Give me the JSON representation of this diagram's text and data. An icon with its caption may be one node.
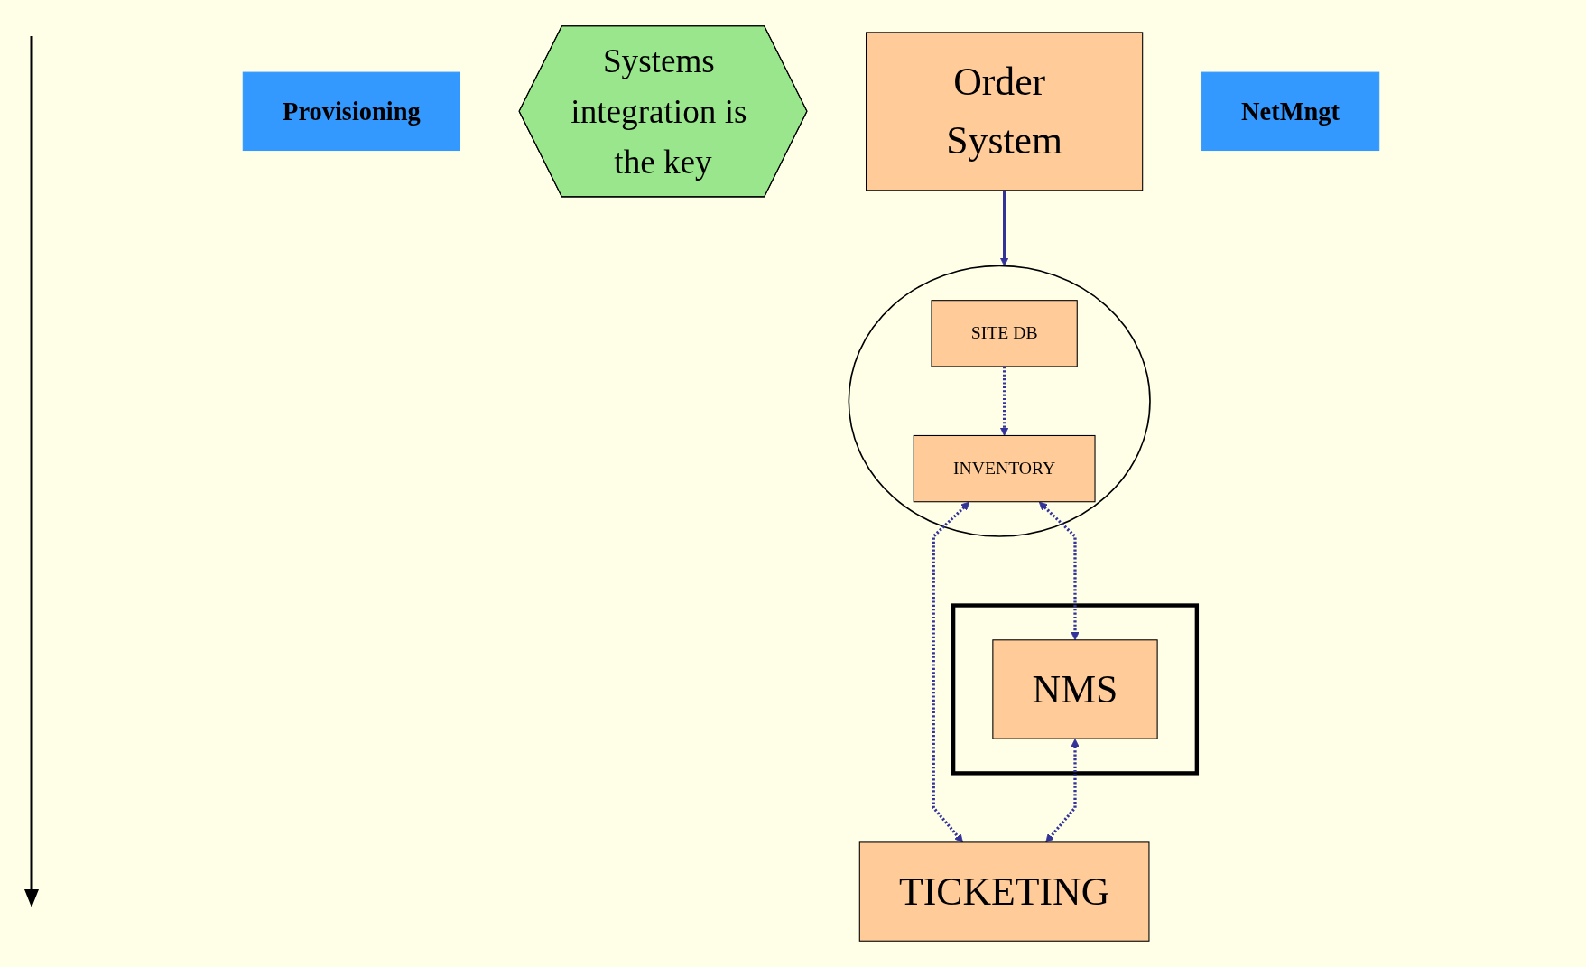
{
  "diagram": {
    "nodes": [
      {
        "text": [
          "Provisioning"
        ]
      },
      {
        "text": [
          "Systems integration is the key"
        ]
      },
      {
        "text": [],
        "shape": "ellipse"
      },
      {
        "text": [
          "SITE DB"
        ],
        "in": 2
      },
      {
        "text": [
          "Order System"
        ]
      },
      {
        "text": [
          "INVENTORY"
        ],
        "in": 2
      },
      {
        "text": [
          "NetMngt"
        ]
      },
      {
        "text": [],
        "shape": "box"
      },
      {
        "text": [
          "NMS"
        ],
        "in": 7
      },
      {
        "text": [
          "TICKETING"
        ]
      }
    ],
    "edges": [
      {
        "from": 4,
        "to": 2,
        "arrow": "to"
      },
      {
        "from": 3,
        "to": 5,
        "arrow": "to",
        "style": "dashed"
      },
      {
        "from": 5,
        "to": 8,
        "arrow": "both",
        "style": "dashed"
      },
      {
        "from": 5,
        "to": 9,
        "arrow": "both",
        "style": "dashed"
      },
      {
        "from": 8,
        "to": 9,
        "arrow": "both",
        "style": "dashed"
      }
    ]
  }
}
